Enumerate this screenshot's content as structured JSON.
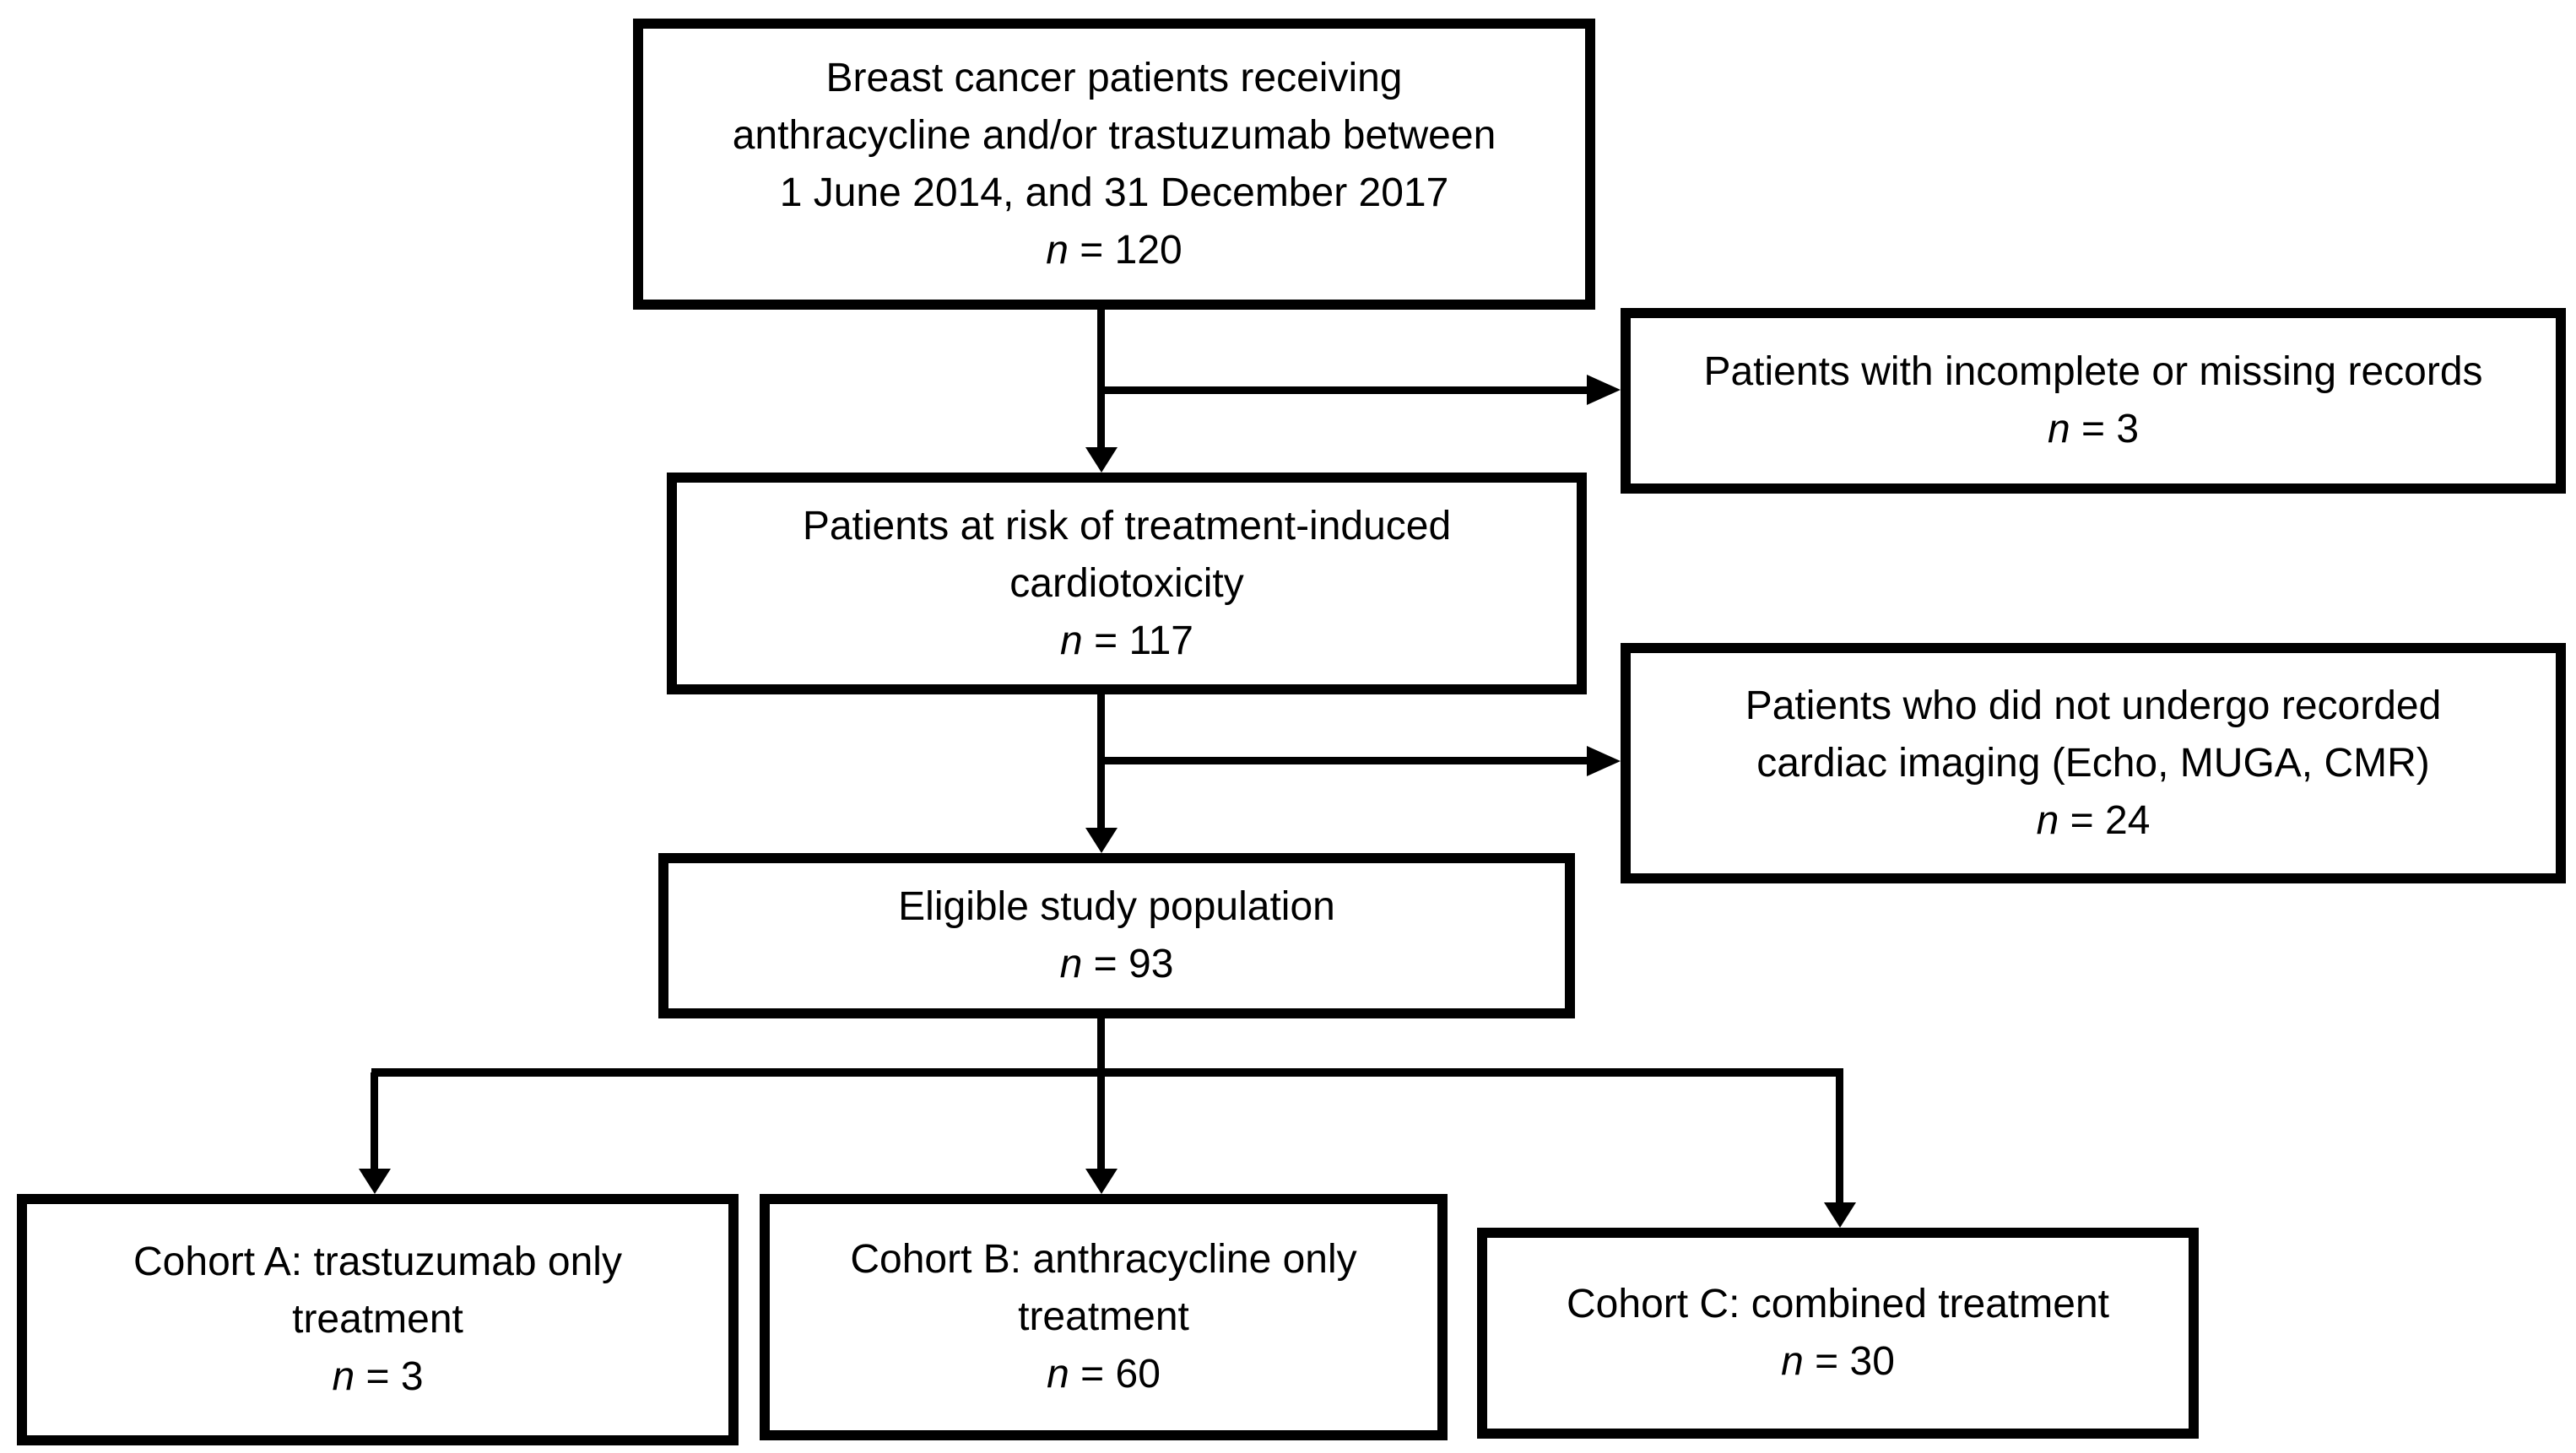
{
  "diagram": {
    "type": "flowchart",
    "background_color": "#ffffff",
    "line_color": "#000000",
    "text_color": "#000000",
    "n_symbol": "n",
    "equals": " = ",
    "nodes": {
      "initial": {
        "lines": [
          "Breast cancer patients receiving",
          "anthracycline and/or trastuzumab between",
          "1 June 2014, and 31 December 2017"
        ],
        "n": "120"
      },
      "excluded_records": {
        "lines": [
          "Patients with incomplete or missing records"
        ],
        "n": "3"
      },
      "at_risk": {
        "lines": [
          "Patients at risk of treatment-induced",
          "cardiotoxicity"
        ],
        "n": "117"
      },
      "no_imaging": {
        "lines": [
          "Patients who did not undergo recorded",
          "cardiac imaging (Echo, MUGA, CMR)"
        ],
        "n": "24"
      },
      "eligible": {
        "lines": [
          "Eligible study population"
        ],
        "n": "93"
      },
      "cohort_a": {
        "lines": [
          "Cohort A: trastuzumab only",
          "treatment"
        ],
        "n": "3"
      },
      "cohort_b": {
        "lines": [
          "Cohort B: anthracycline only",
          "treatment"
        ],
        "n": "60"
      },
      "cohort_c": {
        "lines": [
          "Cohort C: combined treatment"
        ],
        "n": "30"
      }
    },
    "edges": [
      {
        "from": "initial",
        "to": "at_risk"
      },
      {
        "from": "initial",
        "to": "excluded_records"
      },
      {
        "from": "at_risk",
        "to": "eligible"
      },
      {
        "from": "at_risk",
        "to": "no_imaging"
      },
      {
        "from": "eligible",
        "to": "cohort_a"
      },
      {
        "from": "eligible",
        "to": "cohort_b"
      },
      {
        "from": "eligible",
        "to": "cohort_c"
      }
    ]
  }
}
